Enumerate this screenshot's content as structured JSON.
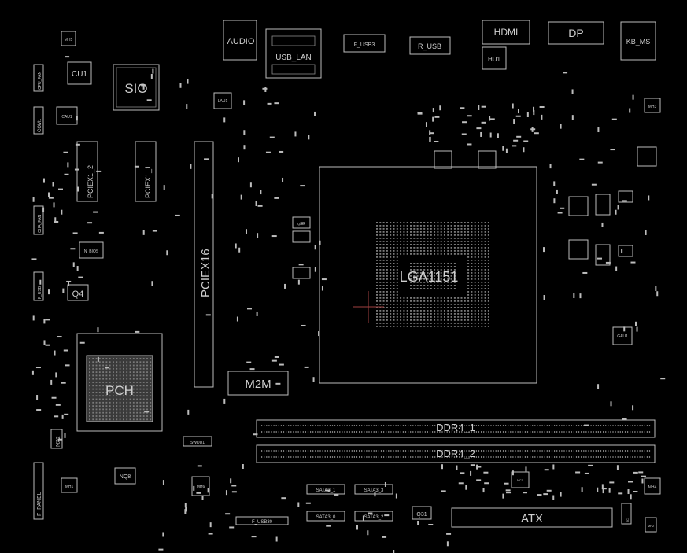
{
  "components": {
    "audio": "AUDIO",
    "usb_lan": "USB_LAN",
    "f_usb3": "F_USB3",
    "r_usb": "R_USB",
    "hdmi": "HDMI",
    "dp": "DP",
    "kb_ms": "KB_MS",
    "hu1": "HU1",
    "sio": "SIO",
    "cu1": "CU1",
    "com1": "COM1",
    "pciex1_2": "PCIEX1_2",
    "pciex1_1": "PCIEX1_1",
    "pciex16": "PCIEX16",
    "cpu_socket": "LGA1151",
    "m2m": "M2M",
    "pch": "PCH",
    "q4": "Q4",
    "nx2": "NX2",
    "nq8": "NQ8",
    "ddr4_1": "DDR4_1",
    "ddr4_2": "DDR4_2",
    "atx": "ATX",
    "q31": "Q31",
    "sata3_1": "SATA3_1",
    "sata3_3": "SATA3_3",
    "sata3_0": "SATA3_0",
    "sata3_2": "SATA3_2",
    "f_panel": "F_PANEL",
    "f_usb30": "F_USB30",
    "mh5": "MH5",
    "mh3": "MH3",
    "mh6": "MH6",
    "mh1": "MH1",
    "mh4": "MH4",
    "mh2": "MH2",
    "swdu1": "SWDU1",
    "cau1": "CAU1",
    "lau1": "LAU1",
    "qaui": "QAUI",
    "gau1": "GAU1",
    "n_bios": "N_BIOS",
    "cpu_fan": "CPU_FAN",
    "cha_fan": "CHA_FAN",
    "f_usb": "F_USB",
    "nc1": "NC1",
    "jci": "JCI"
  },
  "colors": {
    "background": "#000000",
    "trace": "#bdbdbd",
    "label": "#cfcfcf",
    "crosshair": "#a04040"
  }
}
